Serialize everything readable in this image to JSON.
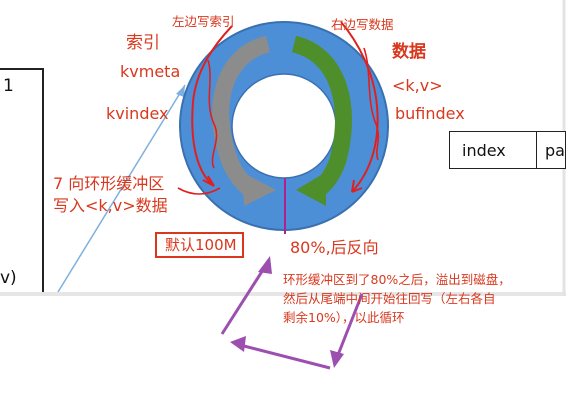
{
  "ring_labels": {
    "index_heading": "索引",
    "kvmeta": "kvmeta",
    "kvindex": "kvindex",
    "write_index_note": "左边写索引",
    "write_data_note": "右边写数据",
    "data_heading": "数据",
    "kv_pair": "<k,v>",
    "bufindex": "bufindex",
    "step_line1": "7 向环形缓冲区",
    "step_line2": "写入<k,v>数据",
    "default_size": "默认100M",
    "threshold": "80%,后反向"
  },
  "table": {
    "cells": [
      "index",
      "pa"
    ]
  },
  "left_box": {
    "top_text": "1",
    "bottom_text": "v)"
  },
  "annotation": {
    "line1": "环形缓冲区到了80%之后，溢出到磁盘，",
    "line2": "然后从尾端中间开始往回写（左右各自",
    "line3": "剩余10%），以此循环"
  },
  "colors": {
    "ring_blue": "#4d8fd6",
    "label_red": "#d9381e",
    "arrow_green": "#4e8f2c",
    "arrow_gray": "#8c8c8c",
    "annotation_purple": "#9d4fb0"
  }
}
